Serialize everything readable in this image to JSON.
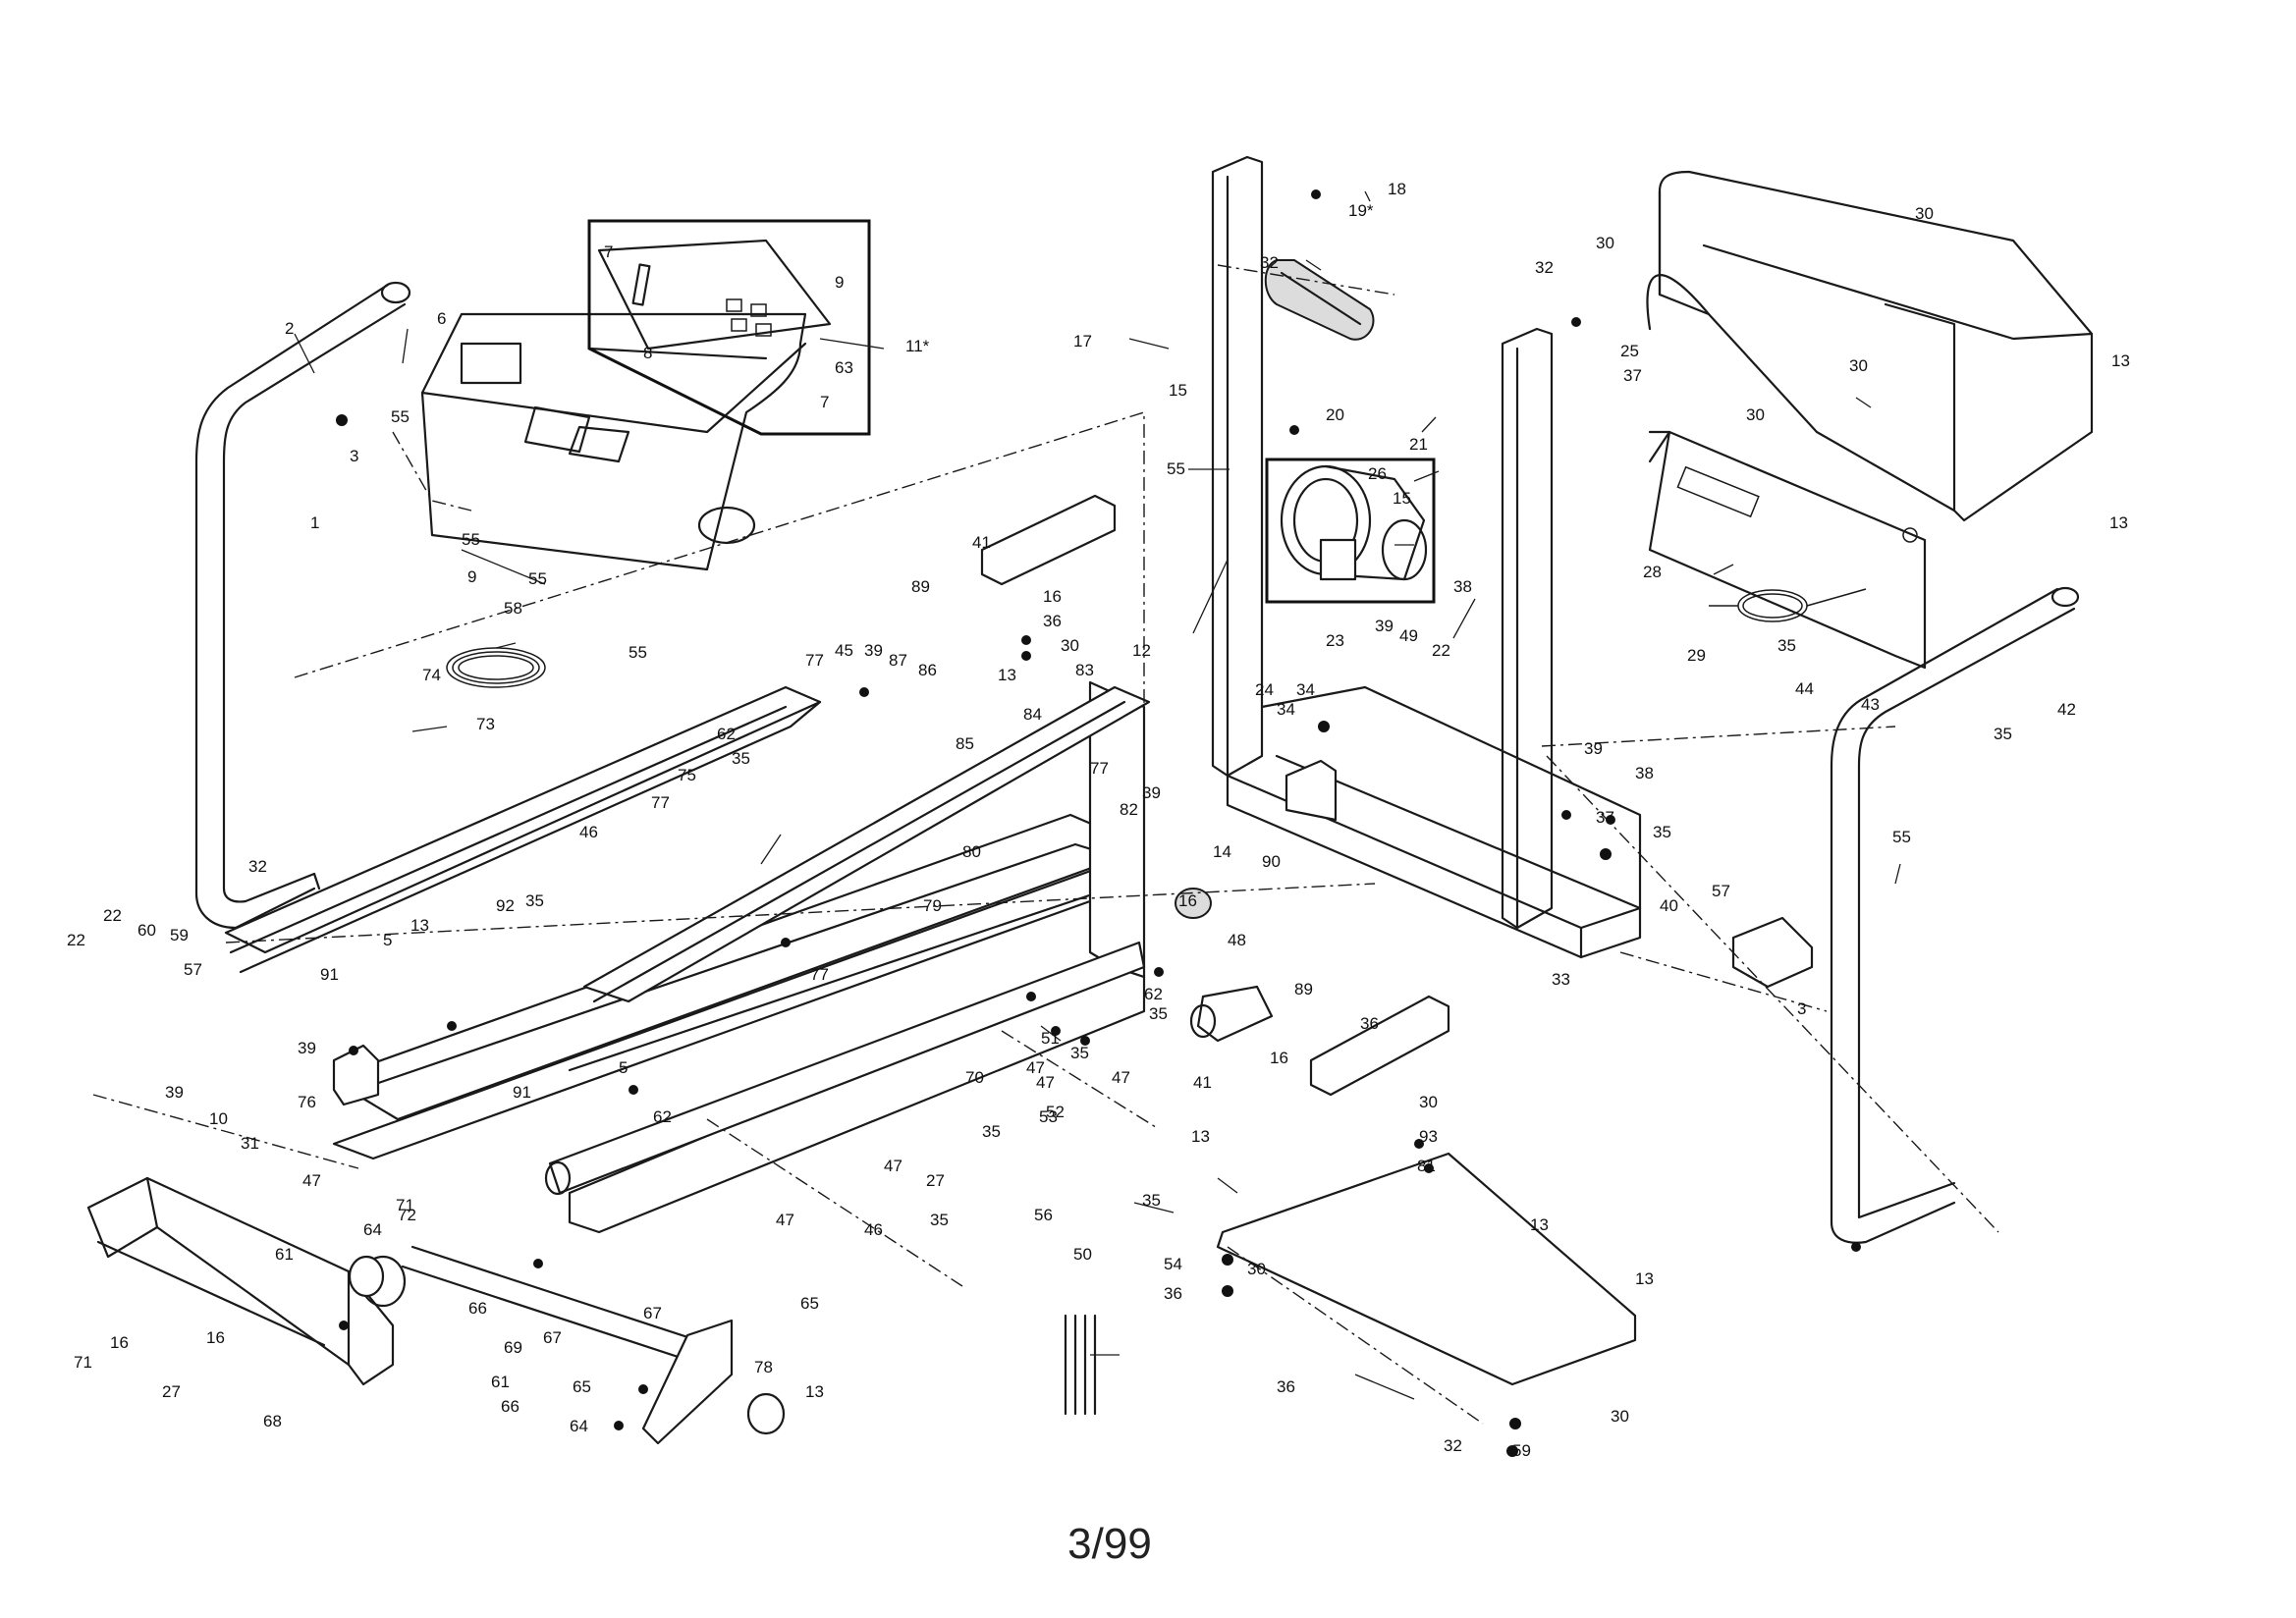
{
  "page": {
    "number_label": "3/99"
  },
  "callouts": [
    {
      "id": "c2",
      "text": "2"
    },
    {
      "id": "c3a",
      "text": "3"
    },
    {
      "id": "c55a",
      "text": "55"
    },
    {
      "id": "c6",
      "text": "6"
    },
    {
      "id": "c7a",
      "text": "7"
    },
    {
      "id": "c8",
      "text": "8"
    },
    {
      "id": "c9a",
      "text": "9"
    },
    {
      "id": "c63",
      "text": "63"
    },
    {
      "id": "c7b",
      "text": "7"
    },
    {
      "id": "c11",
      "text": "11*"
    },
    {
      "id": "c1",
      "text": "1"
    },
    {
      "id": "c9b",
      "text": "9"
    },
    {
      "id": "c55b",
      "text": "55"
    },
    {
      "id": "c55c",
      "text": "55"
    },
    {
      "id": "c55d",
      "text": "55"
    },
    {
      "id": "c58",
      "text": "58"
    },
    {
      "id": "c74",
      "text": "74"
    },
    {
      "id": "c73",
      "text": "73"
    },
    {
      "id": "c75",
      "text": "75"
    },
    {
      "id": "c32a",
      "text": "32"
    },
    {
      "id": "c22a",
      "text": "22"
    },
    {
      "id": "c22b",
      "text": "22"
    },
    {
      "id": "c60",
      "text": "60"
    },
    {
      "id": "c59a",
      "text": "59"
    },
    {
      "id": "c57a",
      "text": "57"
    },
    {
      "id": "c39a",
      "text": "39"
    },
    {
      "id": "c39b",
      "text": "39"
    },
    {
      "id": "c10",
      "text": "10"
    },
    {
      "id": "c76",
      "text": "76"
    },
    {
      "id": "c31",
      "text": "31"
    },
    {
      "id": "c47a",
      "text": "47"
    },
    {
      "id": "c5a",
      "text": "5"
    },
    {
      "id": "c91a",
      "text": "91"
    },
    {
      "id": "c13a",
      "text": "13"
    },
    {
      "id": "c92",
      "text": "92"
    },
    {
      "id": "c35a",
      "text": "35"
    },
    {
      "id": "c46a",
      "text": "46"
    },
    {
      "id": "c77a",
      "text": "77"
    },
    {
      "id": "c62a",
      "text": "62"
    },
    {
      "id": "c35b",
      "text": "35"
    },
    {
      "id": "c77b",
      "text": "77"
    },
    {
      "id": "c45",
      "text": "45"
    },
    {
      "id": "c39c",
      "text": "39"
    },
    {
      "id": "c87",
      "text": "87"
    },
    {
      "id": "c86",
      "text": "86"
    },
    {
      "id": "c85",
      "text": "85"
    },
    {
      "id": "c13b",
      "text": "13"
    },
    {
      "id": "c84",
      "text": "84"
    },
    {
      "id": "c83",
      "text": "83"
    },
    {
      "id": "c89a",
      "text": "89"
    },
    {
      "id": "c41a",
      "text": "41"
    },
    {
      "id": "c16a",
      "text": "16"
    },
    {
      "id": "c36a",
      "text": "36"
    },
    {
      "id": "c30a",
      "text": "30"
    },
    {
      "id": "c80",
      "text": "80"
    },
    {
      "id": "c79",
      "text": "79"
    },
    {
      "id": "c77c",
      "text": "77"
    },
    {
      "id": "c77d",
      "text": "77"
    },
    {
      "id": "c5b",
      "text": "5"
    },
    {
      "id": "c91b",
      "text": "91"
    },
    {
      "id": "c62b",
      "text": "62"
    },
    {
      "id": "c70",
      "text": "70"
    },
    {
      "id": "c47b",
      "text": "47"
    },
    {
      "id": "c51",
      "text": "51"
    },
    {
      "id": "c47c",
      "text": "47"
    },
    {
      "id": "c47d",
      "text": "47"
    },
    {
      "id": "c47e",
      "text": "47"
    },
    {
      "id": "c67a",
      "text": "67"
    },
    {
      "id": "c65a",
      "text": "65"
    },
    {
      "id": "c64a",
      "text": "64"
    },
    {
      "id": "c61a",
      "text": "61"
    },
    {
      "id": "c66a",
      "text": "66"
    },
    {
      "id": "c69",
      "text": "69"
    },
    {
      "id": "c67b",
      "text": "67"
    },
    {
      "id": "c72",
      "text": "72"
    },
    {
      "id": "c71a",
      "text": "71"
    },
    {
      "id": "c16b",
      "text": "16"
    },
    {
      "id": "c71b",
      "text": "71"
    },
    {
      "id": "c16c",
      "text": "16"
    },
    {
      "id": "c27a",
      "text": "27"
    },
    {
      "id": "c68",
      "text": "68"
    },
    {
      "id": "c61b",
      "text": "61"
    },
    {
      "id": "c66b",
      "text": "66"
    },
    {
      "id": "c65b",
      "text": "65"
    },
    {
      "id": "c64b",
      "text": "64"
    },
    {
      "id": "c78",
      "text": "78"
    },
    {
      "id": "c13c",
      "text": "13"
    },
    {
      "id": "c46b",
      "text": "46"
    },
    {
      "id": "c35c",
      "text": "35"
    },
    {
      "id": "c35d",
      "text": "35"
    },
    {
      "id": "c52",
      "text": "52"
    },
    {
      "id": "c27b",
      "text": "27"
    },
    {
      "id": "c53",
      "text": "53"
    },
    {
      "id": "c56",
      "text": "56"
    },
    {
      "id": "c50",
      "text": "50"
    },
    {
      "id": "c35e",
      "text": "35"
    },
    {
      "id": "c35f",
      "text": "35"
    },
    {
      "id": "c47f",
      "text": "47"
    },
    {
      "id": "c62c",
      "text": "62"
    },
    {
      "id": "c35g",
      "text": "35"
    },
    {
      "id": "c48",
      "text": "48"
    },
    {
      "id": "c89b",
      "text": "89"
    },
    {
      "id": "c41b",
      "text": "41"
    },
    {
      "id": "c16d",
      "text": "16"
    },
    {
      "id": "c36b",
      "text": "36"
    },
    {
      "id": "c30b",
      "text": "30"
    },
    {
      "id": "c93",
      "text": "93"
    },
    {
      "id": "c81",
      "text": "81"
    },
    {
      "id": "c16e",
      "text": "16"
    },
    {
      "id": "c39d",
      "text": "39"
    },
    {
      "id": "c82",
      "text": "82"
    },
    {
      "id": "c14",
      "text": "14"
    },
    {
      "id": "c12",
      "text": "12"
    },
    {
      "id": "c55e",
      "text": "55"
    },
    {
      "id": "c17",
      "text": "17"
    },
    {
      "id": "c15a",
      "text": "15"
    },
    {
      "id": "c32b",
      "text": "32"
    },
    {
      "id": "c18",
      "text": "18"
    },
    {
      "id": "c19",
      "text": "19*"
    },
    {
      "id": "c20",
      "text": "20"
    },
    {
      "id": "c21",
      "text": "21"
    },
    {
      "id": "c26",
      "text": "26"
    },
    {
      "id": "c15b",
      "text": "15"
    },
    {
      "id": "c32c",
      "text": "32"
    },
    {
      "id": "c25",
      "text": "25"
    },
    {
      "id": "c37a",
      "text": "37"
    },
    {
      "id": "c38a",
      "text": "38"
    },
    {
      "id": "c39e",
      "text": "39"
    },
    {
      "id": "c49",
      "text": "49"
    },
    {
      "id": "c22c",
      "text": "22"
    },
    {
      "id": "c23",
      "text": "23"
    },
    {
      "id": "c24",
      "text": "24"
    },
    {
      "id": "c34a",
      "text": "34"
    },
    {
      "id": "c34b",
      "text": "34"
    },
    {
      "id": "c90",
      "text": "90"
    },
    {
      "id": "c33",
      "text": "33"
    },
    {
      "id": "c39f",
      "text": "39"
    },
    {
      "id": "c38b",
      "text": "38"
    },
    {
      "id": "c37b",
      "text": "37"
    },
    {
      "id": "c35h",
      "text": "35"
    },
    {
      "id": "c40",
      "text": "40"
    },
    {
      "id": "c57b",
      "text": "57"
    },
    {
      "id": "c3b",
      "text": "3"
    },
    {
      "id": "c55f",
      "text": "55"
    },
    {
      "id": "c35i",
      "text": "35"
    },
    {
      "id": "c42",
      "text": "42"
    },
    {
      "id": "c43",
      "text": "43"
    },
    {
      "id": "c44",
      "text": "44"
    },
    {
      "id": "c35j",
      "text": "35"
    },
    {
      "id": "c29",
      "text": "29"
    },
    {
      "id": "c28",
      "text": "28"
    },
    {
      "id": "c30c",
      "text": "30"
    },
    {
      "id": "c30d",
      "text": "30"
    },
    {
      "id": "c30e",
      "text": "30"
    },
    {
      "id": "c30f",
      "text": "30"
    },
    {
      "id": "c13d",
      "text": "13"
    },
    {
      "id": "c13e",
      "text": "13"
    },
    {
      "id": "c13f",
      "text": "13"
    },
    {
      "id": "c13g",
      "text": "13"
    },
    {
      "id": "c13h",
      "text": "13"
    },
    {
      "id": "c36c",
      "text": "36"
    },
    {
      "id": "c30g",
      "text": "30"
    },
    {
      "id": "c54",
      "text": "54"
    },
    {
      "id": "c36d",
      "text": "36"
    },
    {
      "id": "c30h",
      "text": "30"
    },
    {
      "id": "c59b",
      "text": "59"
    },
    {
      "id": "c32d",
      "text": "32"
    }
  ]
}
